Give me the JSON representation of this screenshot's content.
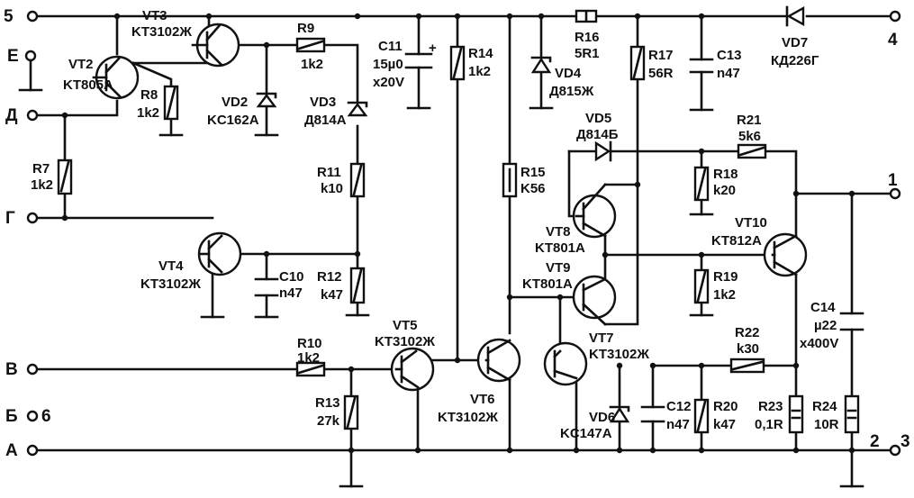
{
  "terminals": {
    "t5": "5",
    "tE": "Е",
    "tD": "Д",
    "tG": "Г",
    "tV": "В",
    "tB": "Б",
    "tB6": "6",
    "tA": "А",
    "t4": "4",
    "t1": "1",
    "t2": "2",
    "t3": "3"
  },
  "transistors": {
    "VT2": {
      "ref": "VT2",
      "type": "KT805A"
    },
    "VT3": {
      "ref": "VT3",
      "type": "KT3102Ж"
    },
    "VT4": {
      "ref": "VT4",
      "type": "KT3102Ж"
    },
    "VT5": {
      "ref": "VT5",
      "type": "KT3102Ж"
    },
    "VT6": {
      "ref": "VT6",
      "type": "KT3102Ж"
    },
    "VT7": {
      "ref": "VT7",
      "type": "KT3102Ж"
    },
    "VT8": {
      "ref": "VT8",
      "type": "KT801A"
    },
    "VT9": {
      "ref": "VT9",
      "type": "KT801A"
    },
    "VT10": {
      "ref": "VT10",
      "type": "KT812A"
    }
  },
  "resistors": {
    "R7": {
      "ref": "R7",
      "value": "1k2"
    },
    "R8": {
      "ref": "R8",
      "value": "1k2"
    },
    "R9": {
      "ref": "R9",
      "value": "1k2"
    },
    "R10": {
      "ref": "R10",
      "value": "1k2"
    },
    "R11": {
      "ref": "R11",
      "value": "k10"
    },
    "R12": {
      "ref": "R12",
      "value": "k47"
    },
    "R13": {
      "ref": "R13",
      "value": "27k"
    },
    "R14": {
      "ref": "R14",
      "value": "1k2"
    },
    "R15": {
      "ref": "R15",
      "value": "K56"
    },
    "R16": {
      "ref": "R16",
      "value": "5R1"
    },
    "R17": {
      "ref": "R17",
      "value": "56R"
    },
    "R18": {
      "ref": "R18",
      "value": "k20"
    },
    "R19": {
      "ref": "R19",
      "value": "1k2"
    },
    "R20": {
      "ref": "R20",
      "value": "k47"
    },
    "R21": {
      "ref": "R21",
      "value": "5k6"
    },
    "R22": {
      "ref": "R22",
      "value": "k30"
    },
    "R23": {
      "ref": "R23",
      "value": "0,1R"
    },
    "R24": {
      "ref": "R24",
      "value": "10R"
    }
  },
  "capacitors": {
    "C10": {
      "ref": "C10",
      "value": "n47"
    },
    "C11": {
      "ref": "C11",
      "value": "15µ0",
      "value2": "x20V",
      "plus": "+"
    },
    "C12": {
      "ref": "C12",
      "value": "n47"
    },
    "C13": {
      "ref": "C13",
      "value": "n47"
    },
    "C14": {
      "ref": "C14",
      "value": "µ22",
      "value2": "x400V"
    }
  },
  "diodes": {
    "VD2": {
      "ref": "VD2",
      "type": "KC162A"
    },
    "VD3": {
      "ref": "VD3",
      "type": "Д814A"
    },
    "VD4": {
      "ref": "VD4",
      "type": "Д815Ж"
    },
    "VD5": {
      "ref": "VD5",
      "type": "Д814Б"
    },
    "VD6": {
      "ref": "VD6",
      "type": "KC147A"
    },
    "VD7": {
      "ref": "VD7",
      "type": "КД226Г"
    }
  }
}
